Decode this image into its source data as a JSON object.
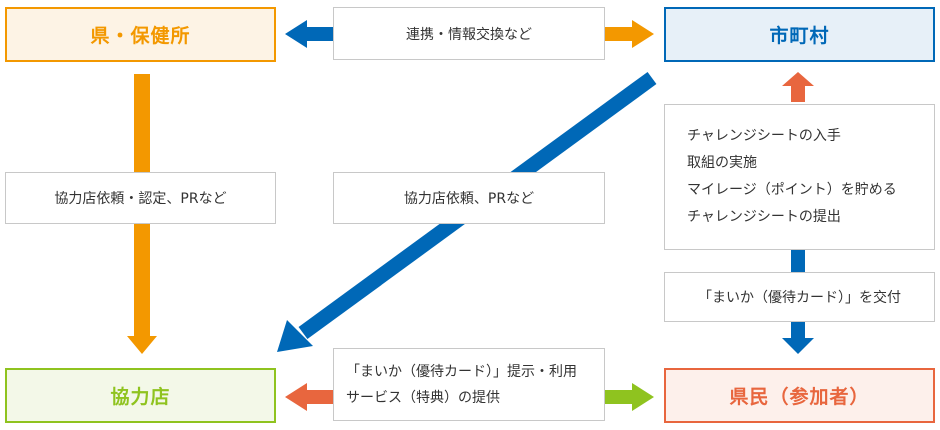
{
  "nodes": {
    "prefecture": {
      "label": "県・保健所",
      "color": "#f39800",
      "bg": "#fdf3e5"
    },
    "municipality": {
      "label": "市町村",
      "color": "#0068b7",
      "bg": "#e7f0f8"
    },
    "store": {
      "label": "協力店",
      "color": "#8fc31f",
      "bg": "#f3f8e8"
    },
    "citizen": {
      "label": "県民（参加者）",
      "color": "#e8663e",
      "bg": "#fdf0eb"
    }
  },
  "labels": {
    "liaison": "連携・情報交換など",
    "pref_to_store": "協力店依頼・認定、PRなど",
    "muni_to_store": "協力店依頼、PRなど",
    "citizen_actions": [
      "チャレンジシートの入手",
      "取組の実施",
      "マイレージ（ポイント）を貯める",
      "チャレンジシートの提出"
    ],
    "card_issue": "「まいか（優待カード）」を交付",
    "store_citizen": [
      "「まいか（優待カード）」提示・利用",
      "サービス（特典）の提供"
    ]
  },
  "colors": {
    "orange": "#f39800",
    "blue": "#0068b7",
    "green": "#8fc31f",
    "red": "#e8663e",
    "label_border": "#c8c8c8"
  }
}
